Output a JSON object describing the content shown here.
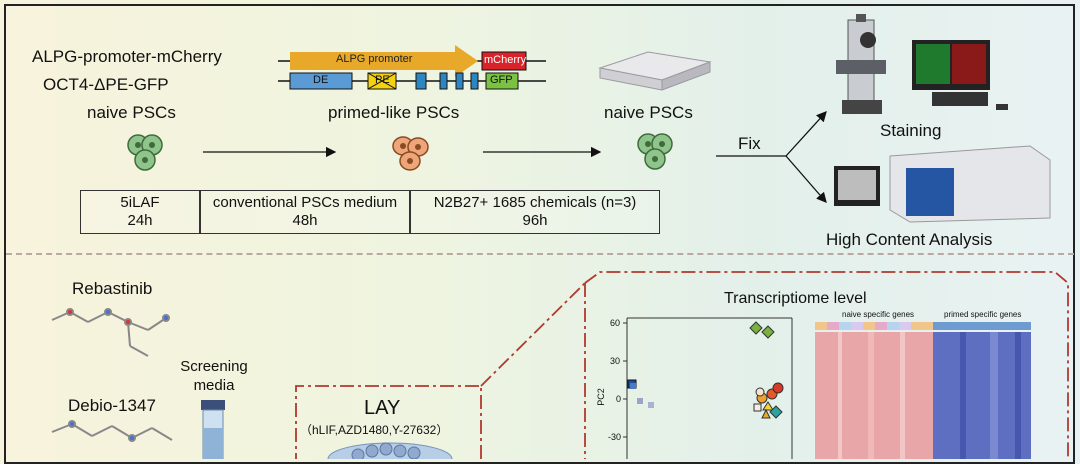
{
  "top": {
    "reporter1": "ALPG-promoter-mCherry",
    "reporter2": "OCT4-ΔPE-GFP",
    "stage1": "naive PSCs",
    "stage2": "primed-like PSCs",
    "stage3": "naive PSCs",
    "construct1": {
      "promoter": "ALPG promoter",
      "reporter": "mCherry"
    },
    "construct2": {
      "de": "DE",
      "pe": "PE",
      "gfp": "GFP"
    },
    "fix": "Fix",
    "staining": "Staining",
    "hca": "High Content Analysis",
    "timeline": [
      {
        "medium": "5iLAF",
        "time": "24h"
      },
      {
        "medium": "conventional PSCs medium",
        "time": "48h"
      },
      {
        "medium": "N2B27+ 1685 chemicals (n=3)",
        "time": "96h"
      }
    ]
  },
  "bottom": {
    "compound1": "Rebastinib",
    "compound2": "Debio-1347",
    "screening": "Screening media",
    "lay_title": "LAY",
    "lay_sub": "（hLIF,AZD1480,Y-27632）",
    "transcriptome_title": "Transcriptiome level",
    "pca": {
      "ylabel": "PC2",
      "yticks": [
        "60",
        "30",
        "0",
        "-30"
      ]
    },
    "heatmap": {
      "naive_label": "naive specific genes",
      "primed_label": "primed specific genes"
    }
  },
  "colors": {
    "promoter_arrow": "#e8a92a",
    "mcherry": "#d8232a",
    "gfp": "#7cc242",
    "de_box": "#5b9bd5",
    "green_cell": "#7fb77e",
    "orange_cell": "#e79b6a",
    "dash": "#b03a2e"
  }
}
